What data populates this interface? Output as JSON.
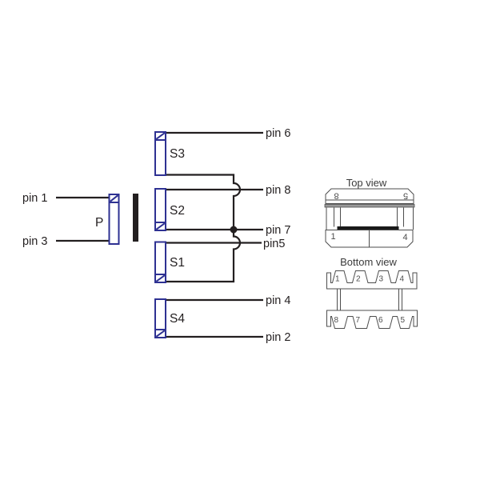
{
  "colors": {
    "winding_blue": "#2e3192",
    "schematic_line": "#231f20",
    "package_line": "#4d4d4d",
    "package_band": "#999999"
  },
  "schematic": {
    "primary": {
      "label": "P",
      "pin_top": "pin 1",
      "pin_bottom": "pin 3"
    },
    "windings": {
      "s3": "S3",
      "s2": "S2",
      "s1": "S1",
      "s4": "S4"
    },
    "pins": {
      "pin6": "pin 6",
      "pin8": "pin 8",
      "pin7": "pin 7",
      "pin5": "pin5",
      "pin4": "pin 4",
      "pin2": "pin 2"
    }
  },
  "top_view": {
    "title": "Top view",
    "far_row": [
      "8",
      "5"
    ],
    "near_row": [
      "1",
      "4"
    ]
  },
  "bottom_view": {
    "title": "Bottom view",
    "upper_row": [
      "1",
      "2",
      "3",
      "4"
    ],
    "lower_row": [
      "8",
      "7",
      "6",
      "5"
    ]
  }
}
